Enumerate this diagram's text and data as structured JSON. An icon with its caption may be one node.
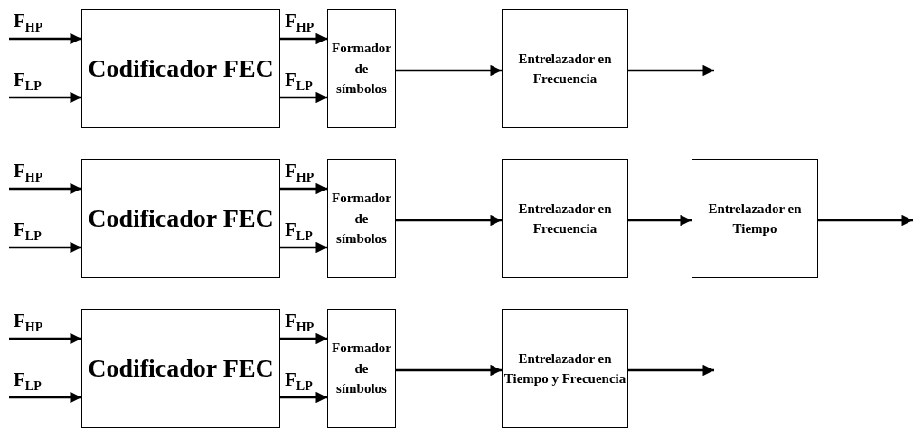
{
  "diagram": {
    "nodes": [
      {
        "text": [
          "Codificador FEC"
        ]
      },
      {
        "text": [
          "Formador de símbolos"
        ]
      },
      {
        "text": [
          "Entrelazador en Frecuencia"
        ]
      },
      {
        "text": [
          "Codificador FEC"
        ]
      },
      {
        "text": [
          "Formador de símbolos"
        ]
      },
      {
        "text": [
          "Entrelazador en Frecuencia"
        ]
      },
      {
        "text": [
          "Entrelazador en Tiempo"
        ]
      },
      {
        "text": [
          "Codificador FEC"
        ]
      },
      {
        "text": [
          "Formador de símbolos"
        ]
      },
      {
        "text": [
          "Entrelazador en Tiempo y Frecuencia"
        ]
      }
    ],
    "edges": [
      {
        "from": null,
        "to": 0,
        "arrow": "to",
        "label": "F$_{HP}$"
      },
      {
        "from": null,
        "to": 0,
        "arrow": "to",
        "label": "F$_{LP}$"
      },
      {
        "from": 0,
        "to": 1,
        "arrow": "to",
        "label": "F$_{HP}$"
      },
      {
        "from": 0,
        "to": 1,
        "arrow": "to",
        "label": "F$_{LP}$"
      },
      {
        "from": 1,
        "to": 2,
        "arrow": "to"
      },
      {
        "from": 2,
        "to": null,
        "arrow": "to"
      },
      {
        "from": null,
        "to": 3,
        "arrow": "to",
        "label": "F$_{HP}$"
      },
      {
        "from": null,
        "to": 3,
        "arrow": "to",
        "label": "F$_{LP}$"
      },
      {
        "from": 3,
        "to": 4,
        "arrow": "to",
        "label": "F$_{HP}$"
      },
      {
        "from": 3,
        "to": 4,
        "arrow": "to",
        "label": "F$_{LP}$"
      },
      {
        "from": 4,
        "to": 5,
        "arrow": "to"
      },
      {
        "from": 5,
        "to": 6,
        "arrow": "to"
      },
      {
        "from": 6,
        "to": null,
        "arrow": "to"
      },
      {
        "from": null,
        "to": 7,
        "arrow": "to",
        "label": "F$_{HP}$"
      },
      {
        "from": null,
        "to": 7,
        "arrow": "to",
        "label": "F$_{LP}$"
      },
      {
        "from": 7,
        "to": 8,
        "arrow": "to",
        "label": "F$_{HP}$"
      },
      {
        "from": 7,
        "to": 8,
        "arrow": "to",
        "label": "F$_{LP}$"
      },
      {
        "from": 8,
        "to": 9,
        "arrow": "to"
      },
      {
        "from": 9,
        "to": null,
        "arrow": "to"
      }
    ]
  }
}
